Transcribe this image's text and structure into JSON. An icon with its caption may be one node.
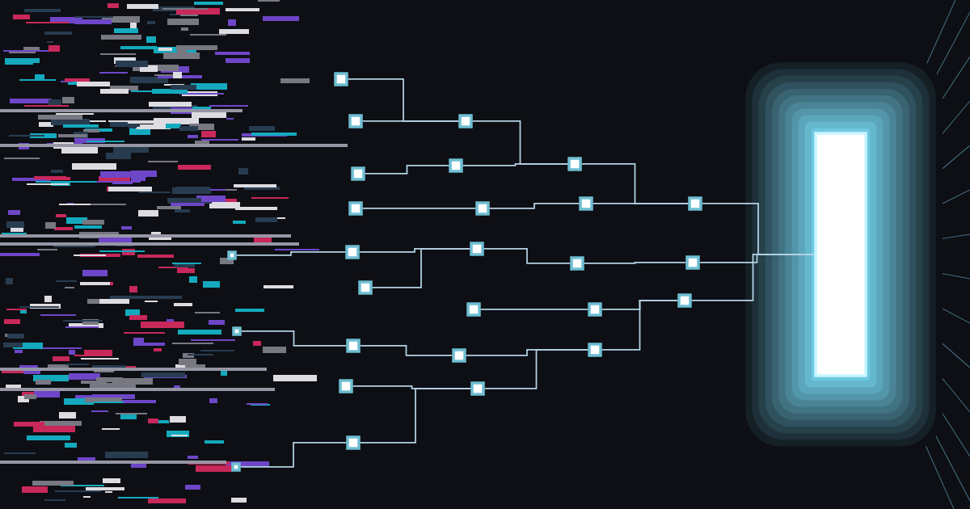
{
  "diagram": {
    "nodes": [
      {
        "text": [],
        "shape": "box"
      },
      {
        "text": [],
        "shape": "box"
      },
      {
        "text": [],
        "shape": "box"
      },
      {
        "text": [],
        "shape": "box"
      },
      {
        "text": [],
        "shape": "box"
      },
      {
        "text": [],
        "shape": "box"
      },
      {
        "text": [],
        "shape": "box"
      },
      {
        "text": [],
        "shape": "box"
      },
      {
        "text": [],
        "shape": "box"
      },
      {
        "text": [],
        "shape": "box"
      },
      {
        "text": [],
        "shape": "box"
      },
      {
        "text": [],
        "shape": "box"
      },
      {
        "text": [],
        "shape": "box"
      },
      {
        "text": [],
        "shape": "box"
      },
      {
        "text": [],
        "shape": "box"
      },
      {
        "text": [],
        "shape": "box"
      },
      {
        "text": [],
        "shape": "box"
      },
      {
        "text": [],
        "shape": "box"
      },
      {
        "text": [],
        "shape": "box"
      },
      {
        "text": [],
        "shape": "box"
      },
      {
        "text": [],
        "shape": "box"
      },
      {
        "text": [],
        "shape": "box"
      },
      {
        "text": [],
        "shape": "box"
      },
      {
        "text": [],
        "shape": "box"
      },
      {
        "text": [],
        "shape": "box"
      },
      {
        "text": [],
        "shape": "box"
      },
      {
        "text": [],
        "shape": "box"
      },
      {
        "text": [],
        "shape": "bar"
      }
    ],
    "edges": [
      {
        "from": 0,
        "to": 7,
        "arrow": "none"
      },
      {
        "from": 1,
        "to": 9,
        "arrow": "none"
      },
      {
        "from": 2,
        "to": 11,
        "arrow": "none"
      },
      {
        "from": 3,
        "to": 12,
        "arrow": "none"
      },
      {
        "from": 4,
        "to": 12,
        "arrow": "none"
      },
      {
        "from": 5,
        "to": 13,
        "arrow": "none"
      },
      {
        "from": 6,
        "to": 14,
        "arrow": "none"
      },
      {
        "from": 7,
        "to": 15,
        "arrow": "none"
      },
      {
        "from": 8,
        "to": 15,
        "arrow": "none"
      },
      {
        "from": 9,
        "to": 17,
        "arrow": "none"
      },
      {
        "from": 10,
        "to": 18,
        "arrow": "none"
      },
      {
        "from": 11,
        "to": 18,
        "arrow": "none"
      },
      {
        "from": 12,
        "to": 19,
        "arrow": "none"
      },
      {
        "from": 13,
        "to": 19,
        "arrow": "none"
      },
      {
        "from": 14,
        "to": 20,
        "arrow": "none"
      },
      {
        "from": 15,
        "to": 21,
        "arrow": "none"
      },
      {
        "from": 16,
        "to": 22,
        "arrow": "none"
      },
      {
        "from": 17,
        "to": 23,
        "arrow": "none"
      },
      {
        "from": 18,
        "to": 23,
        "arrow": "none"
      },
      {
        "from": 19,
        "to": 24,
        "arrow": "none"
      },
      {
        "from": 20,
        "to": 24,
        "arrow": "none"
      },
      {
        "from": 21,
        "to": 25,
        "arrow": "none"
      },
      {
        "from": 22,
        "to": 26,
        "arrow": "none"
      },
      {
        "from": 23,
        "to": 26,
        "arrow": "none"
      },
      {
        "from": 24,
        "to": 27,
        "arrow": "none"
      },
      {
        "from": 25,
        "to": 27,
        "arrow": "none"
      },
      {
        "from": 26,
        "to": 27,
        "arrow": "none"
      }
    ]
  }
}
